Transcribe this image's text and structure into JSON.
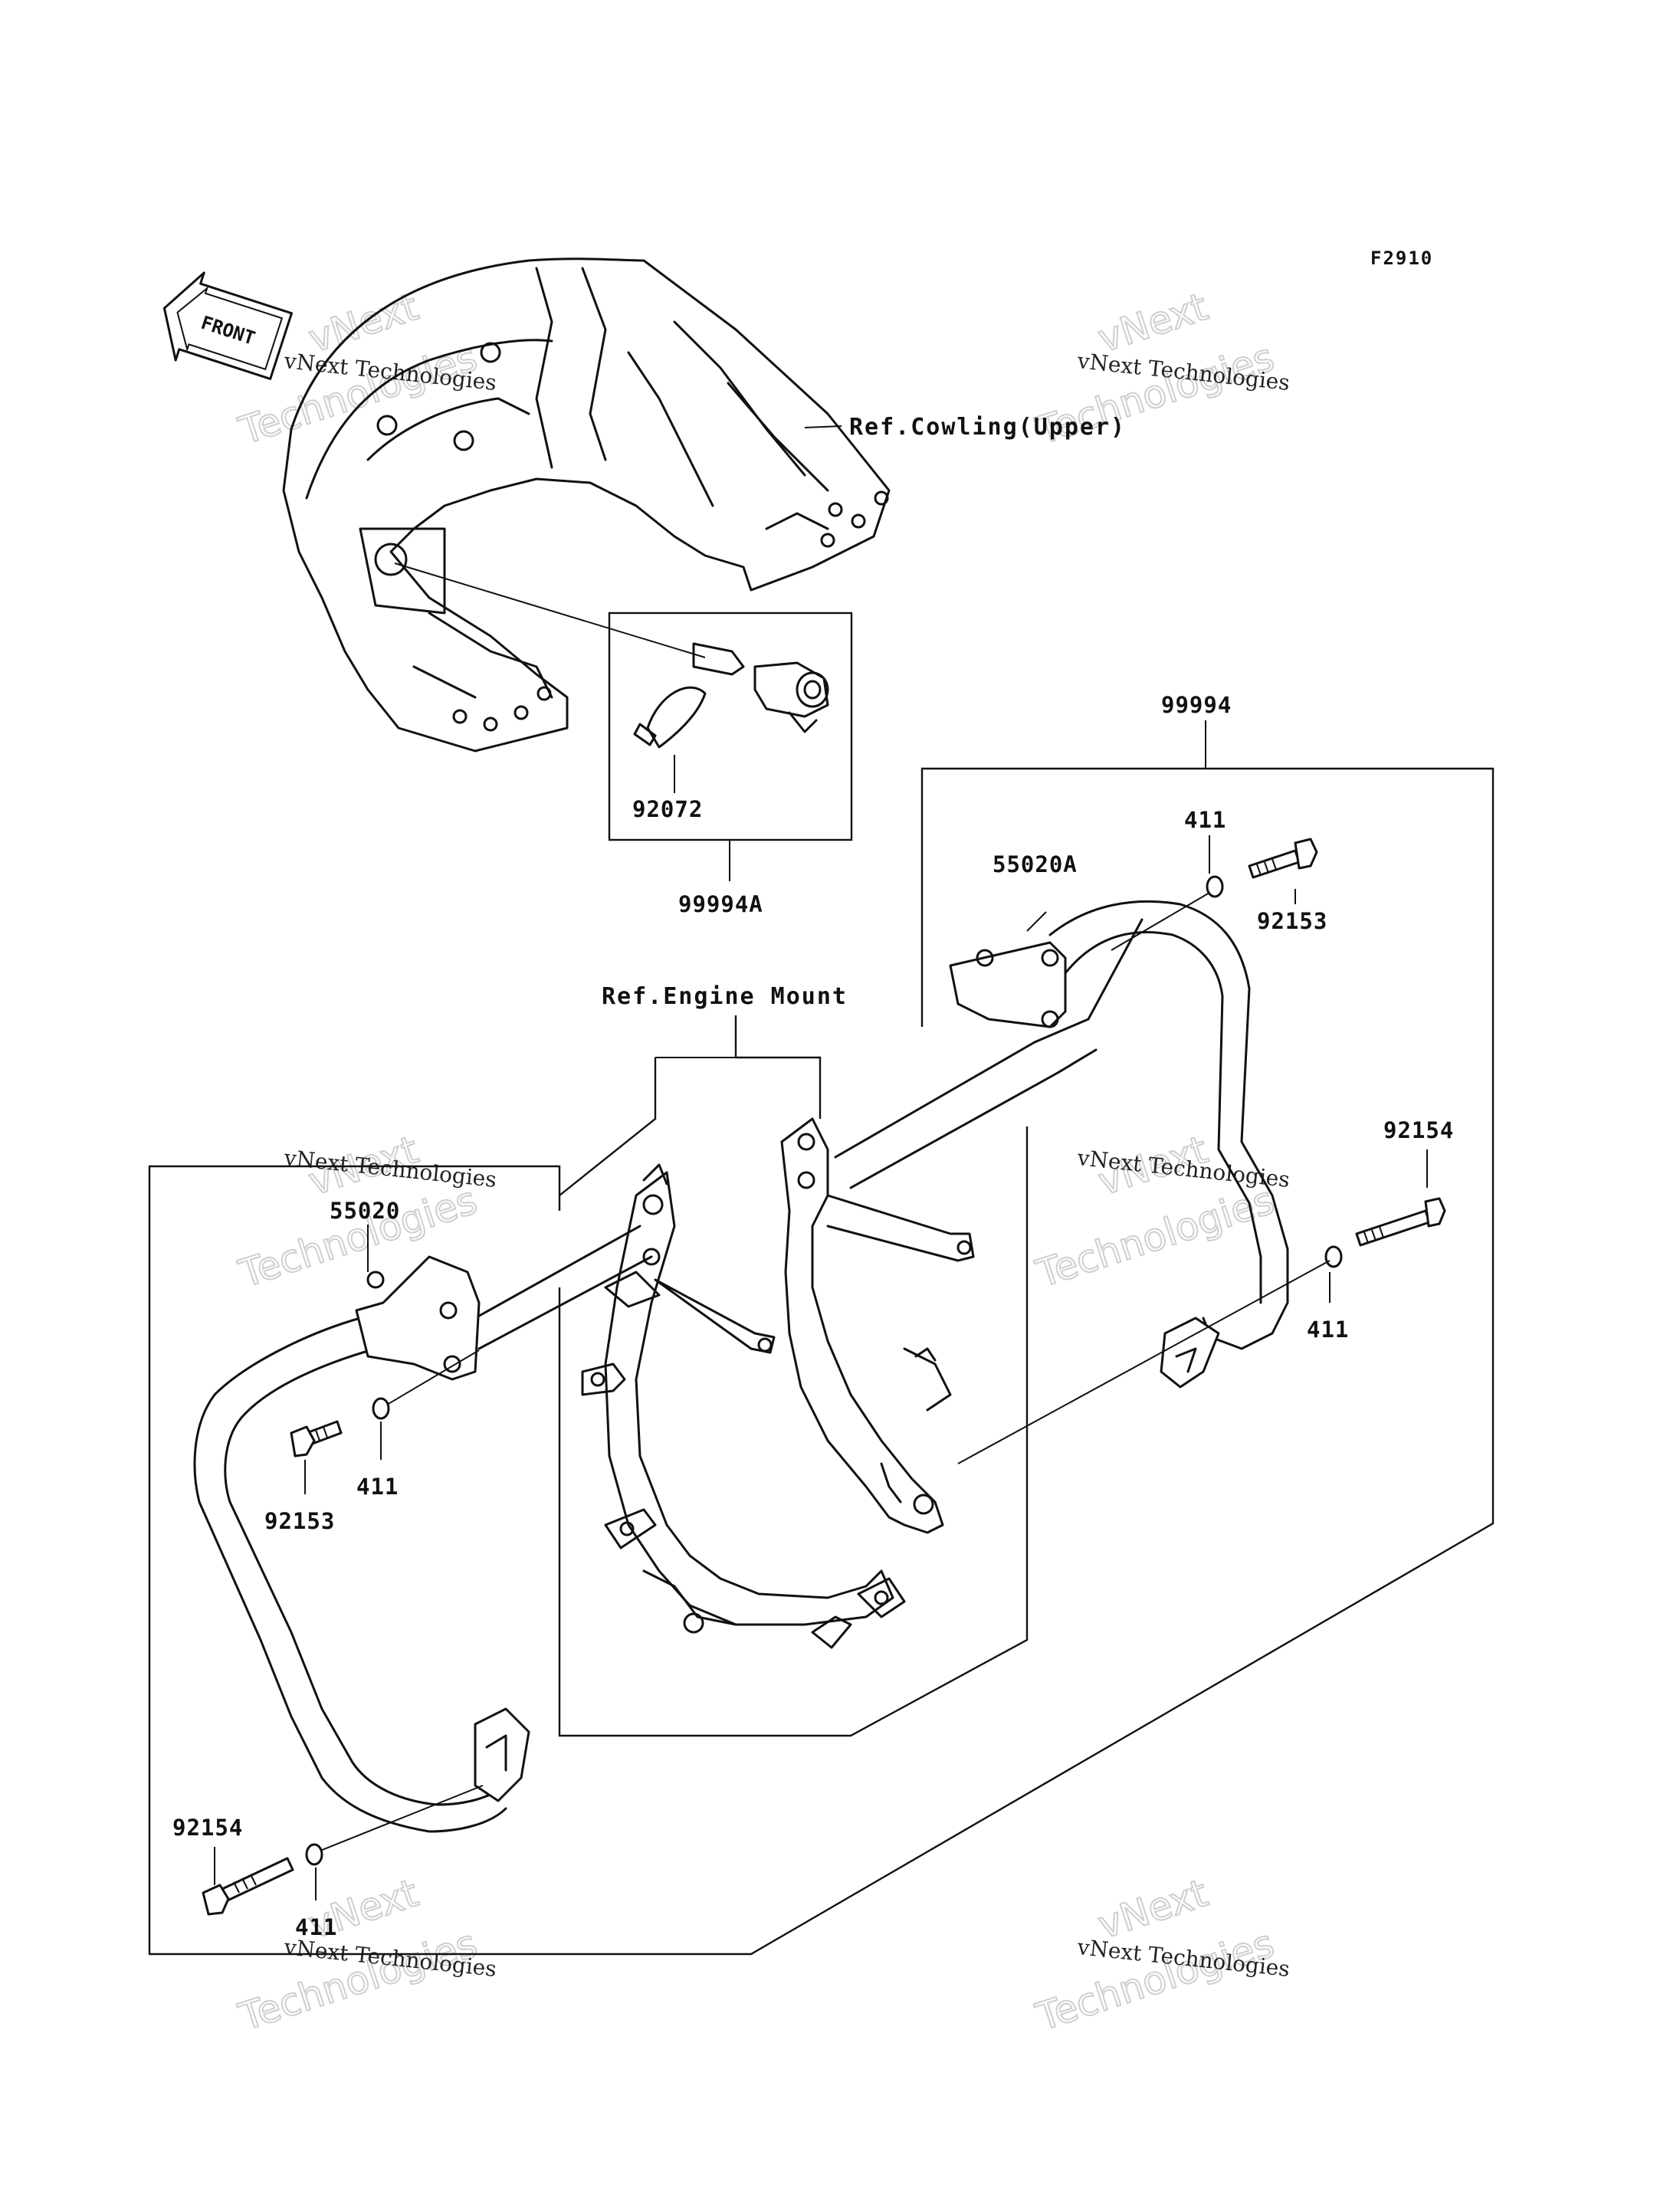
{
  "diagram": {
    "code": "F2910",
    "front_label": "FRONT",
    "refs": {
      "cowling": "Ref.Cowling(Upper)",
      "engine_mount": "Ref.Engine Mount"
    },
    "parts": {
      "kit_main": "99994",
      "kit_a": "99994A",
      "band": "92072",
      "guard_right": "55020A",
      "guard_left": "55020",
      "washer_top": "411",
      "bolt_top": "92153",
      "bolt_right": "92154",
      "washer_right": "411",
      "washer_left": "411",
      "bolt_left_upper": "92153",
      "bolt_left_lower": "92154",
      "washer_left_lower": "411"
    }
  },
  "watermarks": {
    "line1": "vNext Technologies",
    "line2": "Technologies",
    "line3": "vNext"
  }
}
